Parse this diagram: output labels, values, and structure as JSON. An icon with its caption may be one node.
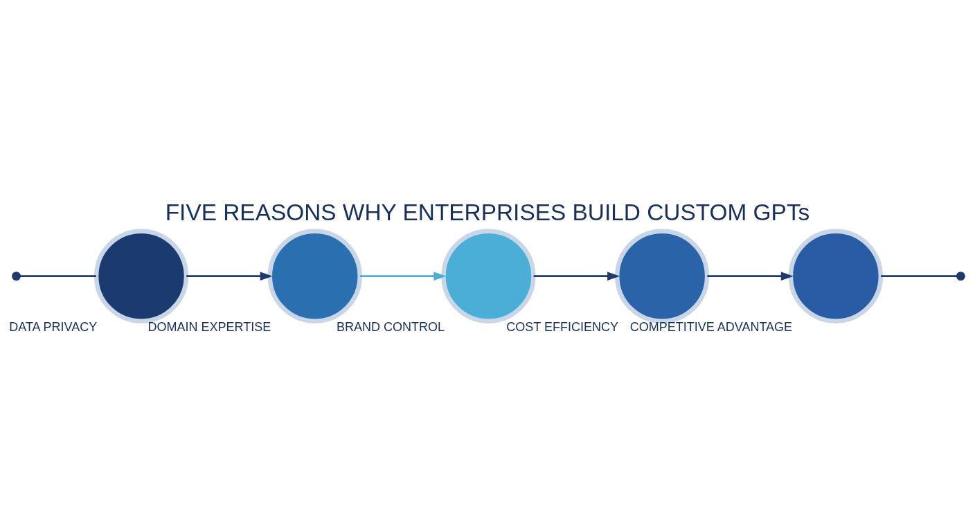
{
  "diagram": {
    "title": "FIVE REASONS WHY ENTERPRISES BUILD CUSTOM GPTs",
    "nodes": [
      {
        "text": [],
        "shape": "circle",
        "beside": [
          "DATA PRIVACY"
        ]
      },
      {
        "text": [],
        "shape": "circle",
        "beside": [
          "DOMAIN EXPERTISE"
        ]
      },
      {
        "text": [],
        "shape": "circle",
        "beside": [
          "BRAND CONTROL"
        ]
      },
      {
        "text": [],
        "shape": "circle",
        "beside": [
          "COST EFFICIENCY"
        ]
      },
      {
        "text": [],
        "shape": "circle",
        "beside": [
          "COMPETITIVE ADVANTAGE"
        ]
      }
    ],
    "edges": [
      {
        "from": null,
        "to": 0,
        "arrow": "other"
      },
      {
        "from": 0,
        "to": 1,
        "arrow": "to"
      },
      {
        "from": 1,
        "to": 2,
        "arrow": "to",
        "color": "#4aaed6"
      },
      {
        "from": 2,
        "to": 3,
        "arrow": "to"
      },
      {
        "from": 3,
        "to": 4,
        "arrow": "to"
      },
      {
        "from": 4,
        "to": null,
        "arrow": "other"
      }
    ]
  }
}
